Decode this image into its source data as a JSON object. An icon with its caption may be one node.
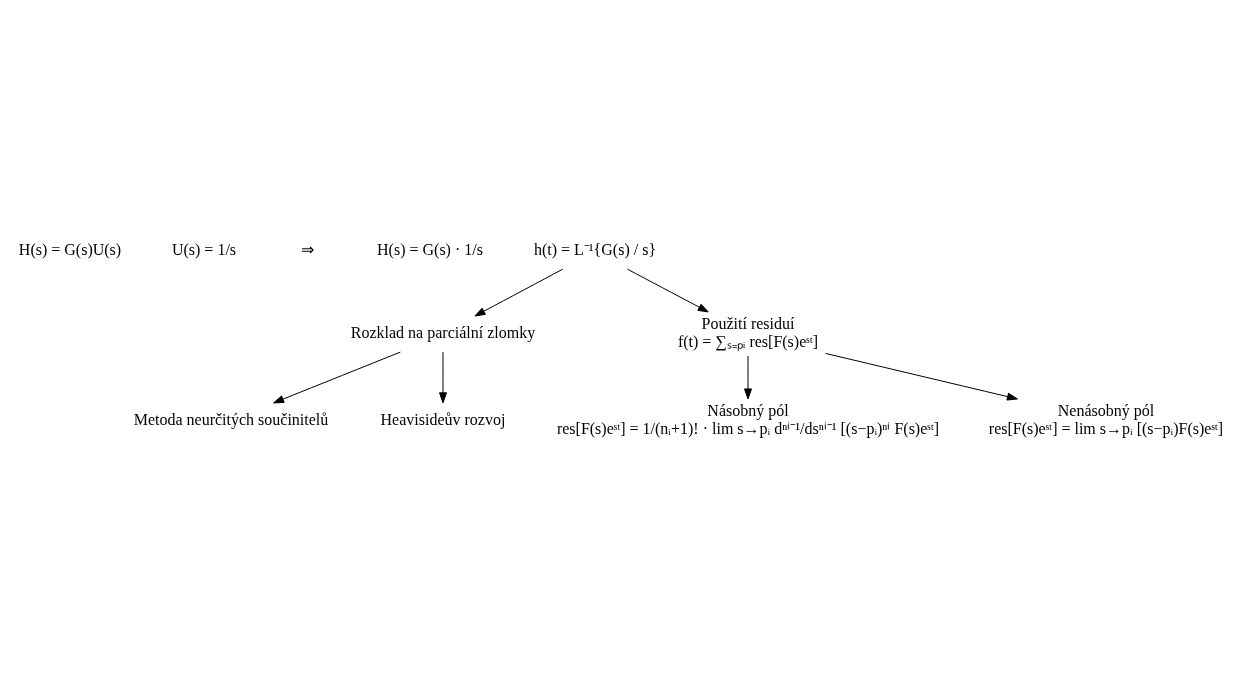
{
  "diagram": {
    "nodes": [
      {
        "text": [
          "h(t) = L⁻¹{G(s) / s}"
        ]
      },
      {
        "text": [
          "Rozklad na parciální zlomky"
        ]
      },
      {
        "text": [
          "Použití residuí",
          "f(t) = ∑ₛ₌ₚᵢ res[F(s)eˢᵗ]"
        ]
      },
      {
        "text": [
          "Metoda neurčitých součinitelů"
        ]
      },
      {
        "text": [
          "Heavisideův rozvoj"
        ]
      },
      {
        "text": [
          "Násobný pól",
          "res[F(s)eˢᵗ] = 1/(nᵢ+1)! · lim s→pᵢ dⁿⁱ⁻¹/dsⁿⁱ⁻¹ [(s−pᵢ)ⁿⁱ F(s)eˢᵗ]"
        ]
      },
      {
        "text": [
          "Nenásobný pól",
          "res[F(s)eˢᵗ] = lim s→pᵢ [(s−pᵢ)F(s)eˢᵗ]"
        ]
      }
    ],
    "edges": [
      {
        "from": 0,
        "to": 1,
        "arrow": "to"
      },
      {
        "from": 0,
        "to": 2,
        "arrow": "to"
      },
      {
        "from": 1,
        "to": 3,
        "arrow": "to"
      },
      {
        "from": 1,
        "to": 4,
        "arrow": "to"
      },
      {
        "from": 2,
        "to": 5,
        "arrow": "to"
      },
      {
        "from": 2,
        "to": 6,
        "arrow": "to"
      }
    ],
    "labels": [
      "H(s) = G(s)U(s)",
      "U(s) = 1/s",
      "⇒",
      "H(s) = G(s) · 1/s"
    ]
  }
}
